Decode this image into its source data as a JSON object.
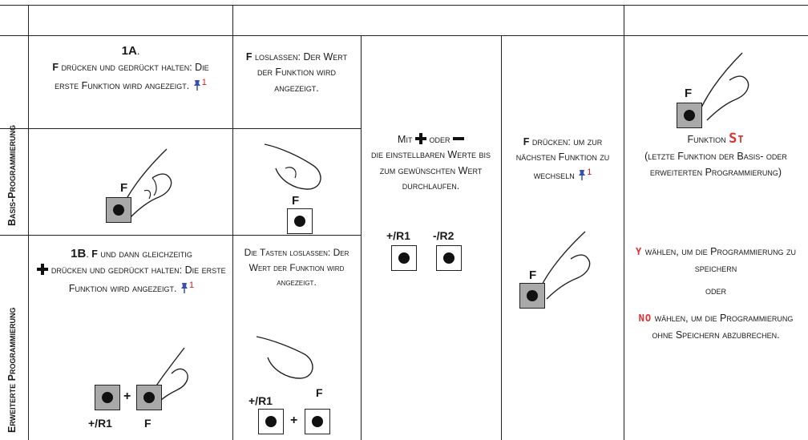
{
  "side_labels": {
    "basic": "Basis-Programmierung",
    "advanced": "Erweiterte Programmierung"
  },
  "step1a": {
    "id": "1A",
    "dot": ".",
    "key": "F",
    "text": "drücken und gedrückt halten: Die erste Funktion wird angezeigt.",
    "ref": "1"
  },
  "step1b": {
    "id": "1B",
    "dot": ".",
    "key": "F",
    "text1": "und dann gleichzeitig",
    "text2": "drücken und gedrückt halten: Die erste Funktion wird angezeigt.",
    "ref": "1",
    "key_label_left": "+/R1",
    "key_label_right": "F",
    "plus": "+"
  },
  "release_f": {
    "key": "F",
    "text": "loslassen: Der Wert der Funktion wird angezeigt.",
    "key_label": "F"
  },
  "release_keys": {
    "text": "Die Tasten loslassen: Der Wert der Funktion wird angezeigt.",
    "key_label_left": "+/R1",
    "key_label_right": "F",
    "plus": "+"
  },
  "scroll": {
    "mit": "Mit",
    "oder": "oder",
    "text": "die einstellbaren Werte bis zum gewünschten Wert durchlaufen.",
    "key_plus": "+/R1",
    "key_minus": "-/R2"
  },
  "next": {
    "key": "F",
    "text": "drücken: um zur nächsten Funktion zu wechseln",
    "ref": "1",
    "key_label": "F"
  },
  "final": {
    "key_label": "F",
    "function_label": "Funktion",
    "st": "St",
    "st_note": "(letzte Funktion der Basis- oder erweiterten Programmierung)",
    "y": "y",
    "y_text": "wählen, um die Programmierung zu speichern",
    "oder": "oder",
    "no": "no",
    "no_text": "wählen, um die Programmierung ohne Speichern abzubrechen."
  }
}
